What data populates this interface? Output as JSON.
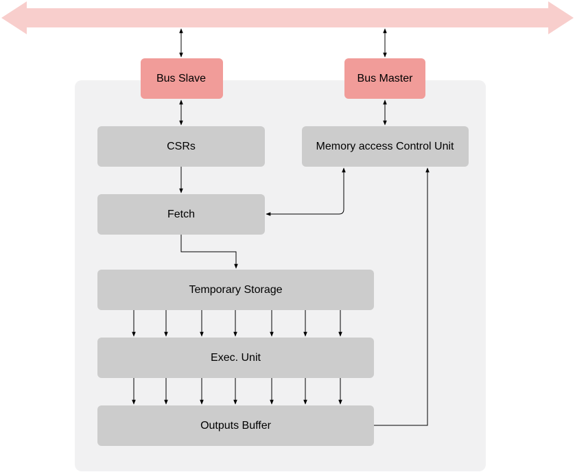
{
  "diagram": {
    "bus_slave": "Bus Slave",
    "bus_master": "Bus Master",
    "csrs": "CSRs",
    "memory_access": "Memory access Control Unit",
    "fetch": "Fetch",
    "temporary_storage": "Temporary Storage",
    "exec_unit": "Exec. Unit",
    "outputs_buffer": "Outputs Buffer"
  },
  "colors": {
    "bus_bar": "#f8cecc",
    "bus_node": "#f19c99",
    "block": "#cccccc",
    "container": "#f1f1f2",
    "line": "#000000"
  }
}
